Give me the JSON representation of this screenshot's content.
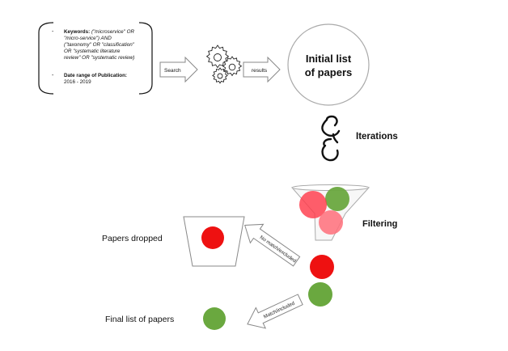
{
  "criteria": {
    "keywords_heading": "Keywords:",
    "keywords_lines": [
      " (\"microservice\" OR",
      "\"micro-service\") AND",
      "(\"taxonomy\" OR \"classification\"",
      "OR \"systematic literature",
      "review\" OR \"systematic review)"
    ],
    "date_heading": "Date range of Publication:",
    "date_value": "2016 - 2019"
  },
  "arrows": {
    "search": "Search",
    "results": "results",
    "no_match": "No match/excluded",
    "match": "Match/included"
  },
  "nodes": {
    "initial_line1": "Initial list",
    "initial_line2": "of papers",
    "iterations": "Iterations",
    "filtering": "Filtering",
    "papers_dropped": "Papers dropped",
    "final_list": "Final list of papers"
  },
  "colors": {
    "red": "#ee1111",
    "green": "#6aa83f",
    "light_red": "#ff6f7a",
    "outline": "#888888"
  },
  "icons": [
    "gears-icon",
    "chain-link-icon",
    "funnel-icon",
    "cup-icon"
  ]
}
